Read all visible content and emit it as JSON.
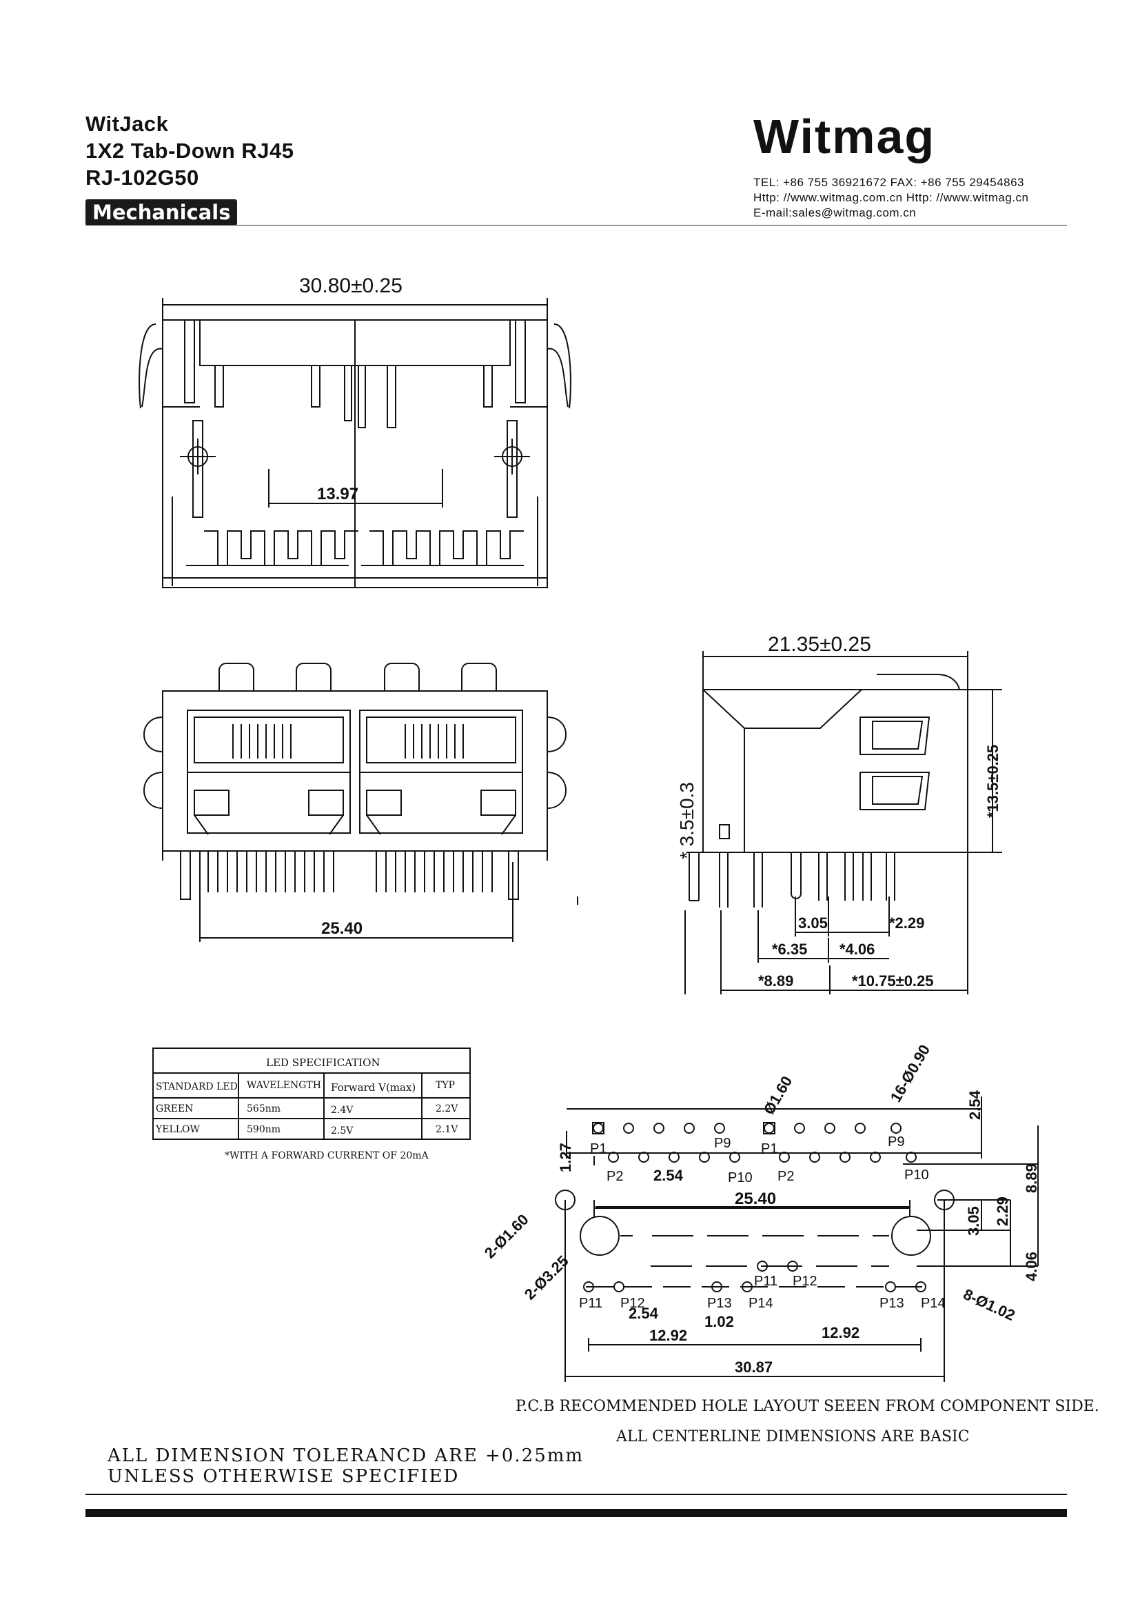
{
  "product": {
    "line1": "WitJack",
    "line2": "1X2 Tab-Down RJ45",
    "line3": "RJ-102G50",
    "section_badge": "Mechanicals"
  },
  "company": {
    "name": "Witmag",
    "tel_fax": "TEL: +86 755 36921672  FAX: +86 755 29454863",
    "web": "Http: //www.witmag.com.cn   Http: //www.witmag.cn",
    "email": "E-mail:sales@witmag.com.cn"
  },
  "top_view": {
    "width_dim": "30.80±0.25",
    "inner_dim": "13.97"
  },
  "front_view": {
    "pin_span_dim": "25.40"
  },
  "side_view": {
    "length_dim": "21.35±0.25",
    "height_dim": "*13.5±0.25",
    "left_height_dim": "* 3.5±0.3",
    "d_3_05": "3.05",
    "d_2_29": "*2.29",
    "d_6_35": "*6.35",
    "d_4_06": "*4.06",
    "d_8_89": "*8.89",
    "d_10_75": "*10.75±0.25"
  },
  "led_spec": {
    "title": "LED SPECIFICATION",
    "headers": [
      "STANDARD LED",
      "WAVELENGTH",
      "Forward V(max)",
      "TYP"
    ],
    "rows": [
      [
        "GREEN",
        "565nm",
        "2.4V",
        "2.2V"
      ],
      [
        "YELLOW",
        "590nm",
        "2.5V",
        "2.1V"
      ]
    ],
    "footnote": "*WITH A FORWARD CURRENT OF 20mA"
  },
  "pcb": {
    "d_1_60": "Ø1.60",
    "d_16_090": "16-Ø0.90",
    "d_2_54_top": "2.54",
    "d_1_27": "1.27",
    "d_2_54": "2.54",
    "d_25_40": "25.40",
    "d_8_89": "8.89",
    "d_3_05": "3.05",
    "d_2_29": "2.29",
    "d_4_06": "4.06",
    "d_2_160": "2-Ø1.60",
    "d_2_325": "2-Ø3.25",
    "d_2_54_bottom": "2.54",
    "d_1_02": "1.02",
    "d_12_92_left": "12.92",
    "d_12_92_right": "12.92",
    "d_30_87": "30.87",
    "d_8_102": "8-Ø1.02",
    "labels": {
      "P1": "P1",
      "P2": "P2",
      "P9": "P9",
      "P10": "P10",
      "P11": "P11",
      "P12": "P12",
      "P13": "P13",
      "P14": "P14"
    },
    "caption1": "P.C.B RECOMMENDED HOLE LAYOUT SEEEN FROM COMPONENT SIDE.",
    "caption2": "ALL CENTERLINE DIMENSIONS ARE BASIC"
  },
  "tolerance_note": {
    "line1": "ALL DIMENSION TOLERANCD ARE +0.25mm",
    "line2": "UNLESS OTHERWISE SPECIFIED"
  }
}
